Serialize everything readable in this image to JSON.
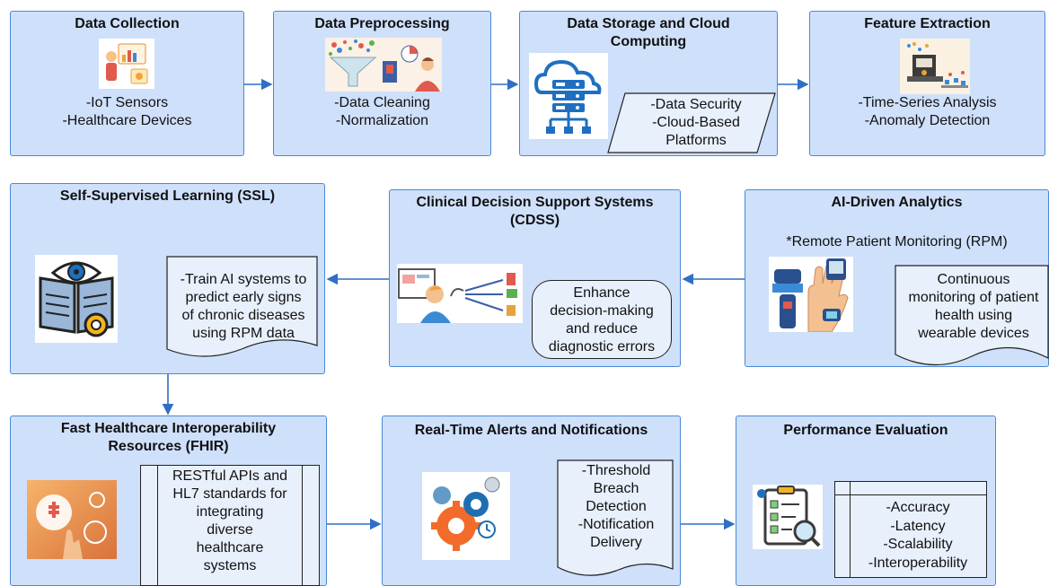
{
  "data_collection": {
    "title": "Data Collection",
    "items": [
      "-IoT Sensors",
      "-Healthcare Devices"
    ]
  },
  "data_preprocessing": {
    "title": "Data Preprocessing",
    "items": [
      "-Data Cleaning",
      "-Normalization"
    ]
  },
  "data_storage": {
    "title_1": "Data Storage and Cloud",
    "title_2": "Computing",
    "items": [
      "-Data Security",
      "-Cloud-Based",
      "Platforms"
    ]
  },
  "feature_extraction": {
    "title": "Feature Extraction",
    "items": [
      "-Time-Series Analysis",
      "-Anomaly Detection"
    ]
  },
  "ssl": {
    "title": "Self-Supervised Learning (SSL)",
    "text": [
      "-Train AI systems to",
      "predict early signs",
      "of chronic diseases",
      "using RPM data"
    ]
  },
  "cdss": {
    "title_1": "Clinical Decision Support Systems",
    "title_2": "(CDSS)",
    "text": [
      "Enhance",
      "decision-making",
      "and reduce",
      "diagnostic errors"
    ]
  },
  "ai_analytics": {
    "title": "AI-Driven Analytics",
    "subtitle": "*Remote Patient Monitoring (RPM)",
    "text": [
      "Continuous",
      "monitoring of patient",
      "health using",
      "wearable devices"
    ]
  },
  "fhir": {
    "title_1": "Fast Healthcare Interoperability",
    "title_2": "Resources (FHIR)",
    "text": [
      "RESTful APIs and",
      "HL7 standards for",
      "integrating",
      "diverse",
      "healthcare",
      "systems"
    ]
  },
  "alerts": {
    "title": "Real-Time Alerts and Notifications",
    "text": [
      "-Threshold",
      "Breach",
      "Detection",
      "-Notification",
      "Delivery"
    ]
  },
  "performance": {
    "title": "Performance Evaluation",
    "text": [
      "-Accuracy",
      "-Latency",
      "-Scalability",
      "-Interoperability"
    ]
  },
  "colors": {
    "box_fill": "#cfe0fb",
    "box_border": "#4a88d6",
    "arrow": "#2f6fc4"
  }
}
